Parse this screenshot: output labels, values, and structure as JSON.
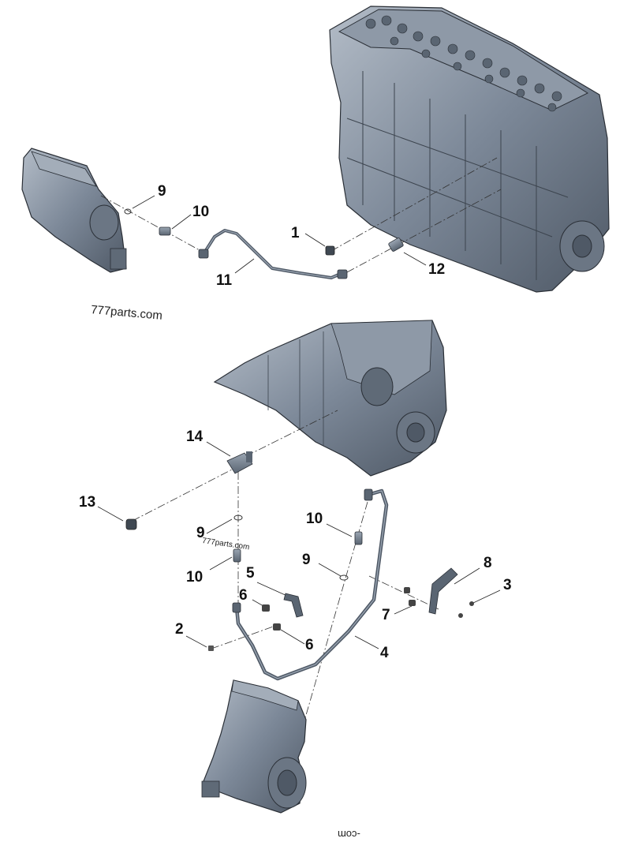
{
  "colors": {
    "part_fill": "#7c8898",
    "part_dark": "#4f5966",
    "part_light": "#aab4c0",
    "outline": "#2a2f36",
    "leader": "#222222"
  },
  "callouts": {
    "top": {
      "c9": "9",
      "c10": "10",
      "c1": "1",
      "c11": "11",
      "c12": "12"
    },
    "bottom": {
      "c14": "14",
      "c13": "13",
      "c9a": "9",
      "c10a": "10",
      "c10b": "10",
      "c9b": "9",
      "c5": "5",
      "c8": "8",
      "c3": "3",
      "c6a": "6",
      "c2": "2",
      "c6b": "6",
      "c7": "7",
      "c4": "4"
    }
  },
  "watermarks": {
    "top": "777parts.com",
    "middle": "777parts.com",
    "bottom": "-com"
  },
  "icons": [
    "engine-block-icon",
    "fuel-pump-icon",
    "fuel-line-icon",
    "fitting-icon",
    "bracket-icon",
    "o-ring-icon",
    "cap-nut-icon"
  ]
}
